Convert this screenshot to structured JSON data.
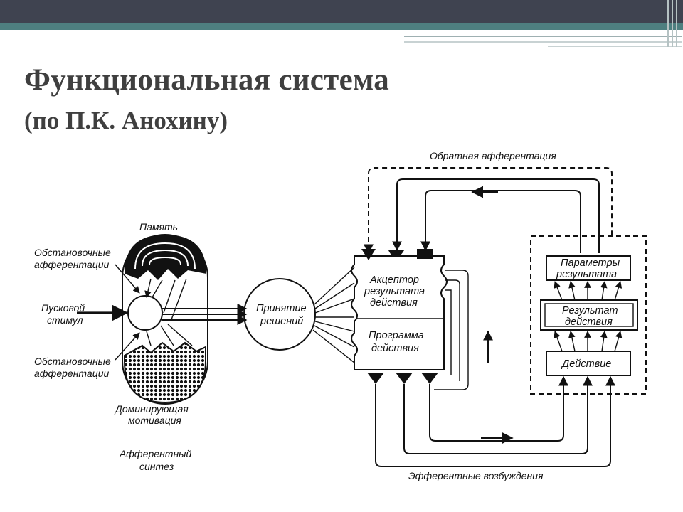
{
  "slide": {
    "title": "Функциональная система",
    "subtitle": "(по П.К. Анохину)"
  },
  "diagram": {
    "memory": "Память",
    "environmental_afferentation_top": [
      "Обстановочные",
      "афферентации"
    ],
    "trigger_stimulus": [
      "Пусковой",
      "стимул"
    ],
    "environmental_afferentation_bottom": [
      "Обстановочные",
      "афферентации"
    ],
    "dominant_motivation": [
      "Доминирующая",
      "мотивация"
    ],
    "afferent_synthesis": [
      "Афферентный",
      "синтез"
    ],
    "decision_making": [
      "Принятие",
      "решений"
    ],
    "action_result_acceptor": [
      "Акцептор",
      "результата",
      "действия"
    ],
    "action_program": [
      "Программа",
      "действия"
    ],
    "result_parameters": [
      "Параметры",
      "результата"
    ],
    "action_result": [
      "Результат",
      "действия"
    ],
    "action": "Действие",
    "reverse_afferentation": "Обратная афферентация",
    "efferent_excitation": "Эфферентные возбуждения"
  },
  "colors": {
    "topbar": "#3f4350",
    "accent": "#4e7f80",
    "title_text": "#3f3f3f"
  }
}
